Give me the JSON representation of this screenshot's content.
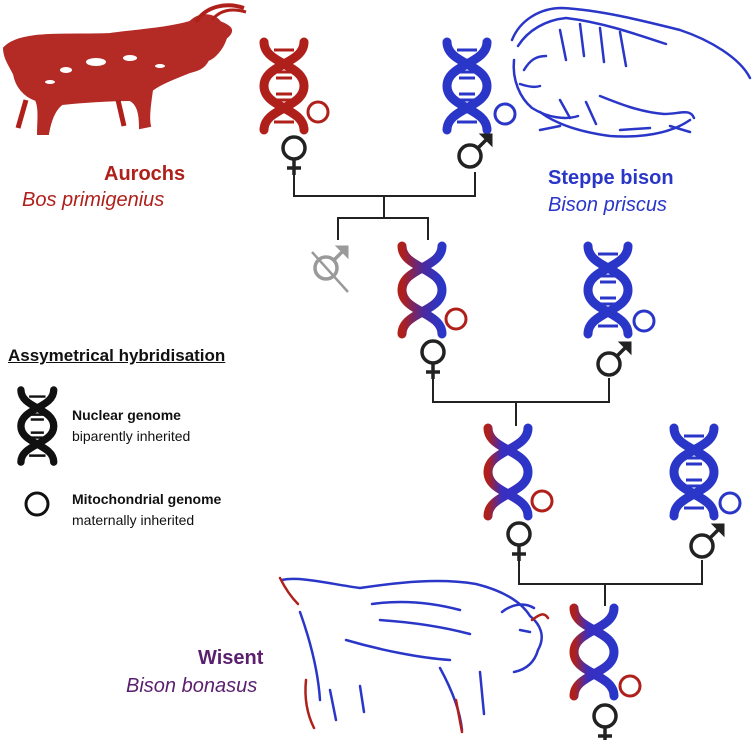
{
  "species": {
    "aurochs": {
      "common": "Aurochs",
      "scientific": "Bos primigenius",
      "color": "#b0201b"
    },
    "steppe_bison": {
      "common": "Steppe bison",
      "scientific": "Bison priscus",
      "color": "#2a36c8"
    },
    "wisent": {
      "common": "Wisent",
      "scientific": "Bison bonasus",
      "color": "#5a1f6e"
    }
  },
  "legend": {
    "title": "Assymetrical hybridisation",
    "nuclear": {
      "title": "Nuclear genome",
      "subtitle": "biparently inherited"
    },
    "mito": {
      "title": "Mitochondrial genome",
      "subtitle": "maternally inherited"
    }
  },
  "colors": {
    "aurochs_red": "#b0201b",
    "bison_blue": "#2a36c8",
    "line": "#222222",
    "extinct_gray": "#9a9a9a"
  },
  "icons": {
    "female": "female-symbol-icon",
    "male": "male-symbol-icon",
    "dna": "dna-helix-icon",
    "mito": "mitochondria-circle-icon"
  }
}
